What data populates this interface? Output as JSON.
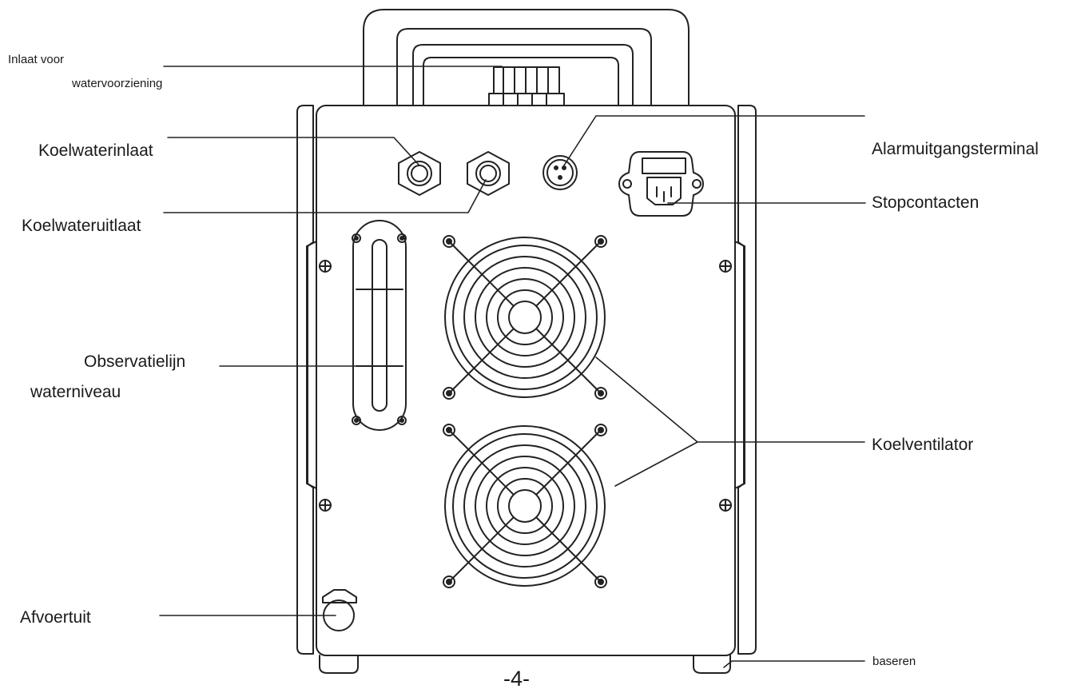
{
  "labels": {
    "water_supply_inlet_line1": "Inlaat  voor",
    "water_supply_inlet_line2": "watervoorziening",
    "cooling_water_inlet": "Koelwaterinlaat",
    "cooling_water_outlet": "Koelwateruitlaat",
    "water_level_line1": "Observatielijn",
    "water_level_line2": "waterniveau",
    "drain": "Afvoertuit",
    "alarm_terminal": "Alarmuitgangsterminal",
    "power_sockets": "Stopcontacten",
    "cooling_fan": "Koelventilator",
    "base": "baseren"
  },
  "page_number": "-4-",
  "colors": {
    "stroke": "#222222",
    "background": "#ffffff"
  }
}
